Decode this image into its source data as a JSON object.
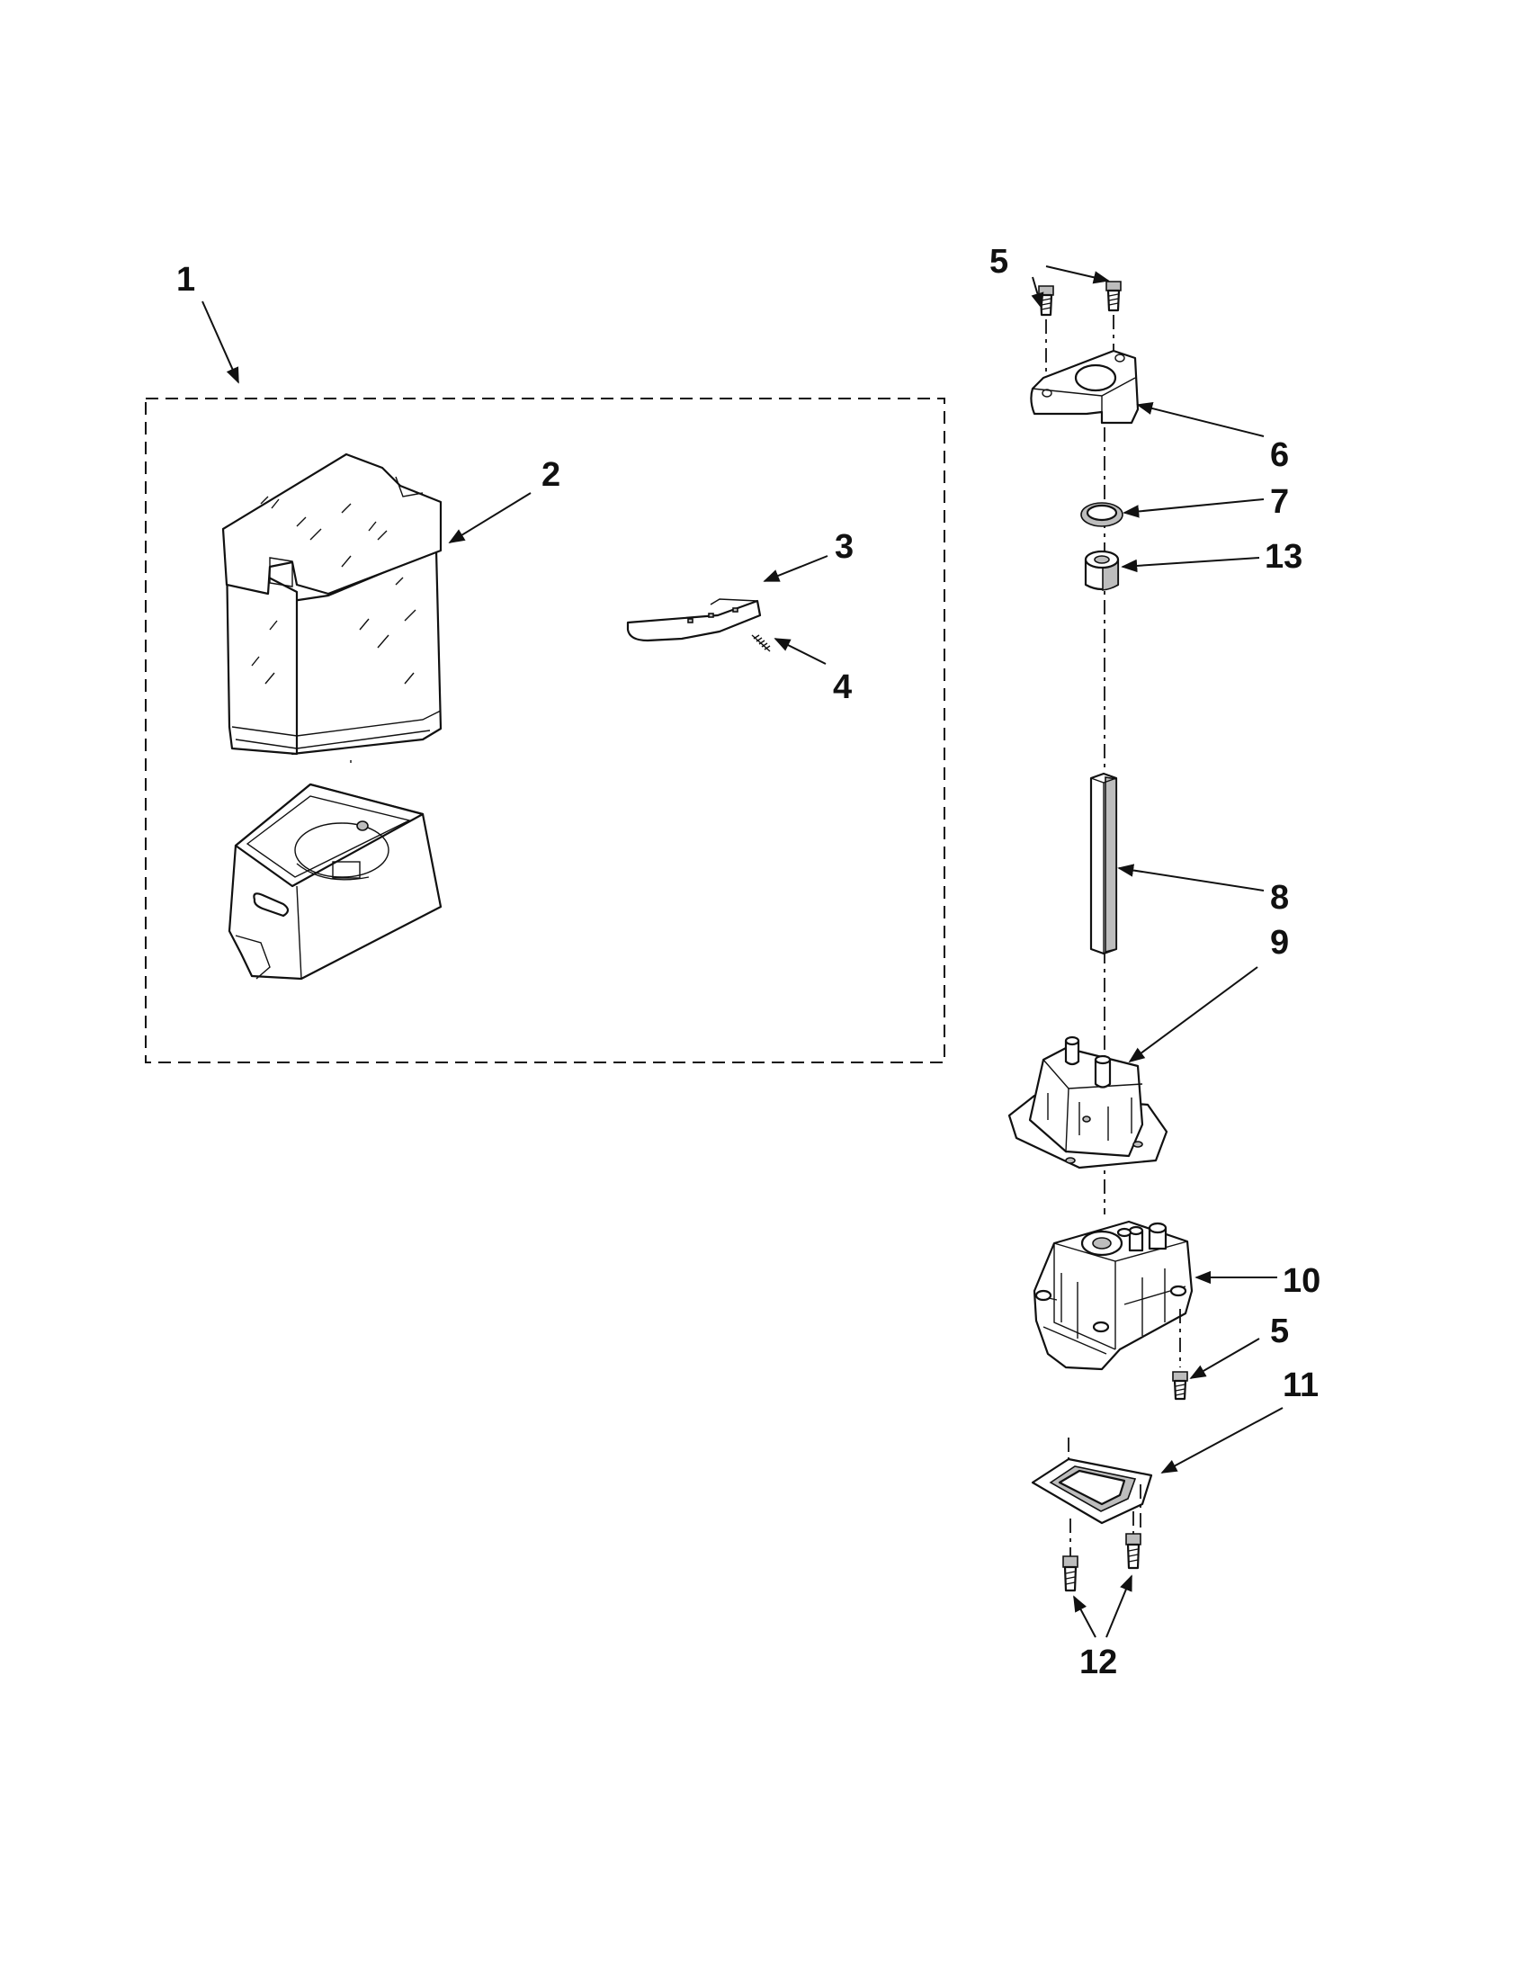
{
  "callouts": {
    "c1": "1",
    "c2": "2",
    "c3": "3",
    "c4": "4",
    "c5_top": "5",
    "c6": "6",
    "c7": "7",
    "c13": "13",
    "c8": "8",
    "c9": "9",
    "c10": "10",
    "c5_bottom": "5",
    "c11": "11",
    "c12": "12"
  }
}
